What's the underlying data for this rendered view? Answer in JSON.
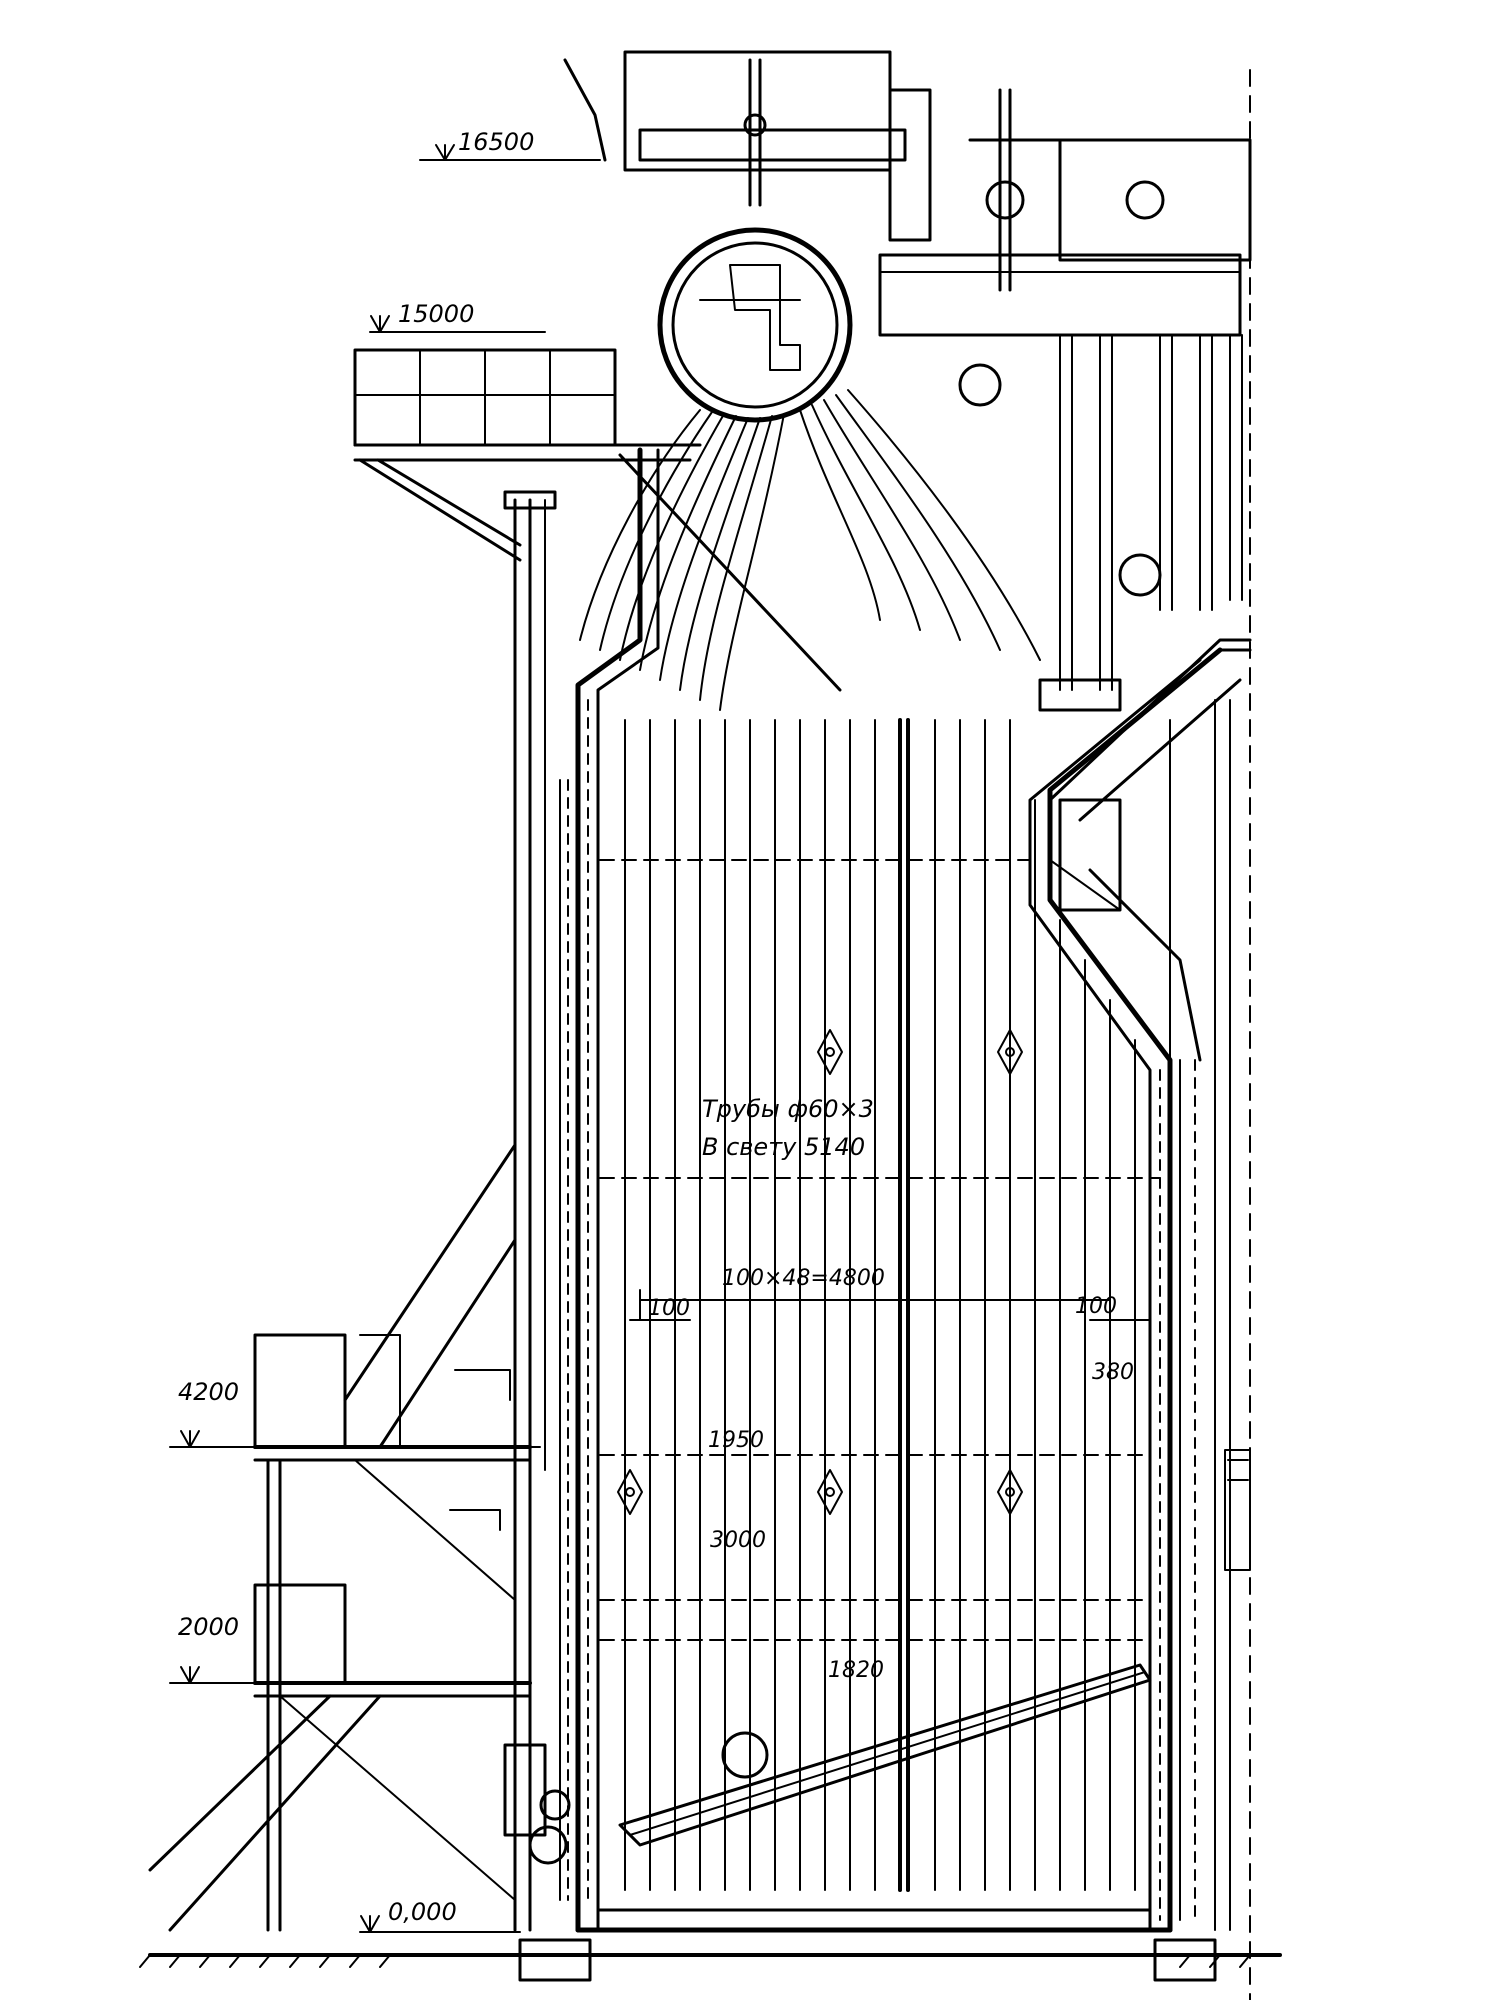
{
  "elevations": {
    "e16500": "16500",
    "e15000": "15000",
    "e4200": "4200",
    "e2000": "2000",
    "e0": "0,000"
  },
  "annotations": {
    "tubes_line1": "Трубы ф60×3",
    "tubes_line2": "В свету 5140",
    "pitch": "100×48=4800",
    "dim_100_left": "100",
    "dim_100_right": "100",
    "dim_380": "380",
    "dim_1950": "1950",
    "dim_3000": "3000",
    "dim_1820": "1820"
  },
  "colors": {
    "ink": "#000000",
    "paper": "#ffffff"
  }
}
